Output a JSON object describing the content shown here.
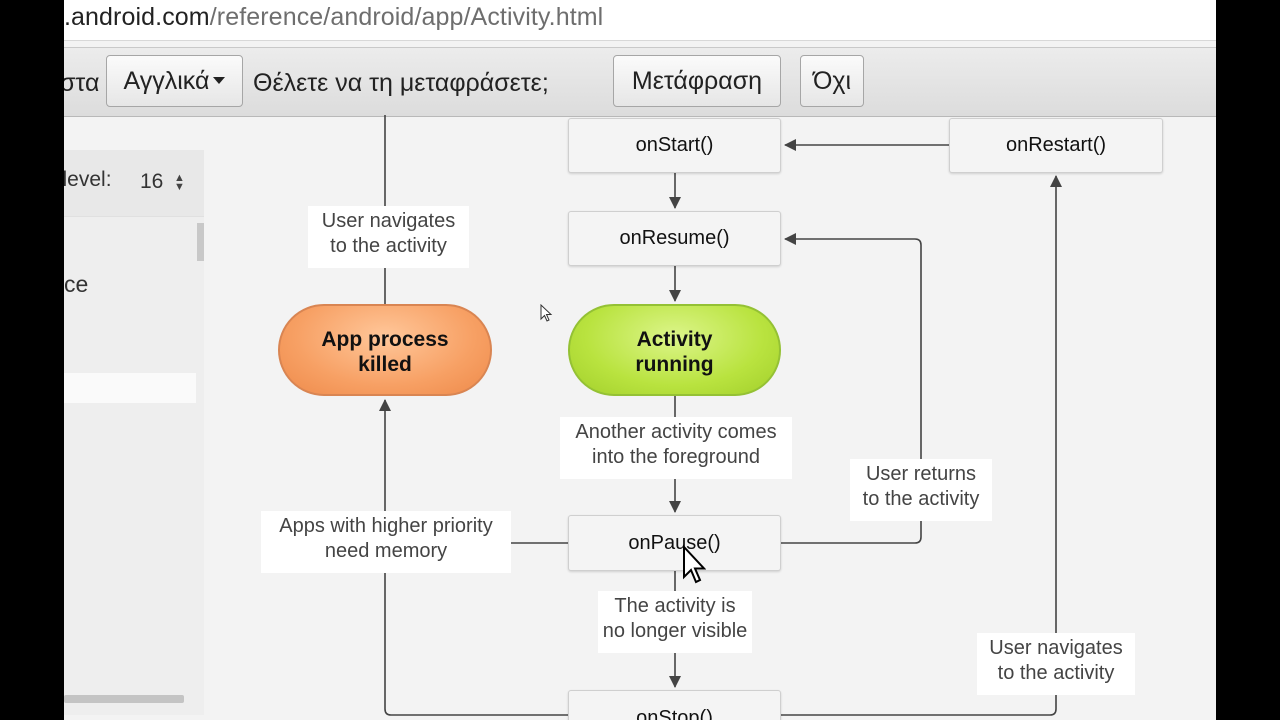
{
  "browser": {
    "url_host": ".android.com",
    "url_path": "/reference/android/app/Activity.html"
  },
  "translate_bar": {
    "partial_text": "στα",
    "language_select": "Αγγλικά",
    "prompt": "Θέλετε να τη μεταφράσετε;",
    "translate_button": "Μετάφραση",
    "no_button": "Όχι"
  },
  "sidebar": {
    "api_level_label": "l level:",
    "api_level_value": "16",
    "partial_item": "ce"
  },
  "diagram": {
    "nodes": {
      "on_start": "onStart()",
      "on_restart": "onRestart()",
      "on_resume": "onResume()",
      "on_pause": "onPause()",
      "on_stop": "onStop()",
      "app_killed_line1": "App process",
      "app_killed_line2": "killed",
      "running_line1": "Activity",
      "running_line2": "running"
    },
    "labels": {
      "navigates_top_1": "User navigates",
      "navigates_top_2": "to the activity",
      "another_1": "Another activity comes",
      "another_2": "into the foreground",
      "returns_1": "User returns",
      "returns_2": "to the activity",
      "priority_1": "Apps with higher priority",
      "priority_2": "need memory",
      "not_visible_1": "The activity is",
      "not_visible_2": "no longer visible",
      "navigates_bottom_1": "User navigates",
      "navigates_bottom_2": "to the activity"
    }
  },
  "colors": {
    "killed_node": "#f7a064",
    "running_node": "#b9e33f",
    "connector": "#444444"
  },
  "icons": [
    "dropdown-caret-icon",
    "spinner-arrows-icon",
    "mouse-cursor-icon"
  ]
}
